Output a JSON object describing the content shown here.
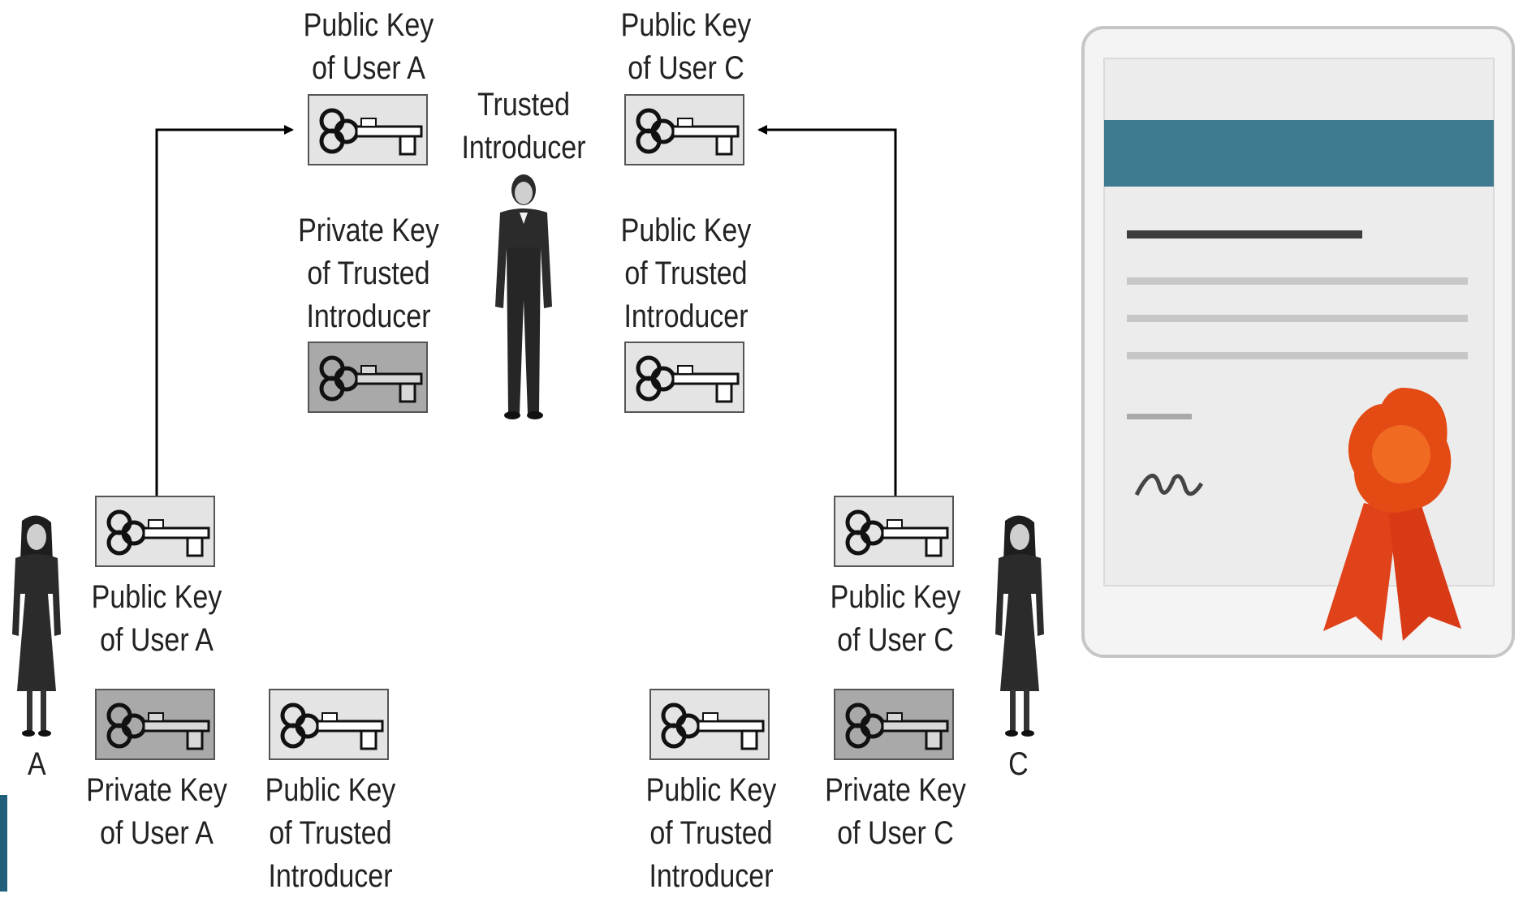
{
  "diagram": {
    "labels": {
      "tl_pub_a": "Public Key\nof User A",
      "tl_priv_ti": "Private Key\nof Trusted\nIntroducer",
      "trusted_introducer": "Trusted\nIntroducer",
      "tr_pub_c": "Public Key\nof User C",
      "tr_pub_ti": "Public Key\nof Trusted\nIntroducer",
      "a_pub_a": "Public Key\nof User A",
      "a_priv_a": "Private Key\nof User A",
      "a_pub_ti": "Public Key\nof Trusted\nIntroducer",
      "c_pub_c": "Public Key\nof User C",
      "c_priv_c": "Private Key\nof User C",
      "c_pub_ti": "Public Key\nof Trusted\nIntroducer",
      "user_a": "A",
      "user_c": "C"
    },
    "icons": {
      "key": "key-icon",
      "person": "person-icon",
      "certificate": "certificate-icon",
      "seal": "wax-seal-icon",
      "arrow": "arrow-icon"
    },
    "colors": {
      "key_public_bg": "#e4e4e4",
      "key_private_bg": "#a9a9a9",
      "certificate_band": "#3f7a90",
      "seal": "#e34a14"
    }
  }
}
